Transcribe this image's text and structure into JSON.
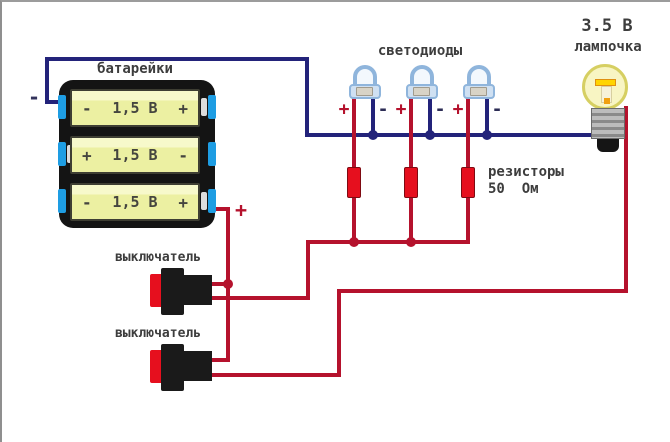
{
  "colors": {
    "wire_negative": "#23237a",
    "wire_positive": "#b5122d",
    "component_red": "#e60f1e",
    "tab_blue": "#1e9de3",
    "led_blue": "#8fb5dc",
    "bulb_fill": "#f8f5c3",
    "bulb_stroke": "#d6cf62",
    "ink": "#3d3d3d"
  },
  "battery_pack": {
    "title": "батарейки",
    "negative_terminal": "-",
    "positive_terminal": "+",
    "cells": [
      {
        "left_sign": "-",
        "value": "1,5 В",
        "right_sign": "+"
      },
      {
        "left_sign": "+",
        "value": "1,5 В",
        "right_sign": "-"
      },
      {
        "left_sign": "-",
        "value": "1,5 В",
        "right_sign": "+"
      }
    ]
  },
  "leds": {
    "title": "светодиоды",
    "items": [
      {
        "plus": "+",
        "minus": "-"
      },
      {
        "plus": "+",
        "minus": "-"
      },
      {
        "plus": "+",
        "minus": "-"
      }
    ]
  },
  "resistors": {
    "label_line1": "резисторы",
    "label_line2": "50  Ом"
  },
  "lamp": {
    "voltage": "3.5 В",
    "label": "лампочка"
  },
  "switches": [
    {
      "label": "выключатель"
    },
    {
      "label": "выключатель"
    }
  ]
}
